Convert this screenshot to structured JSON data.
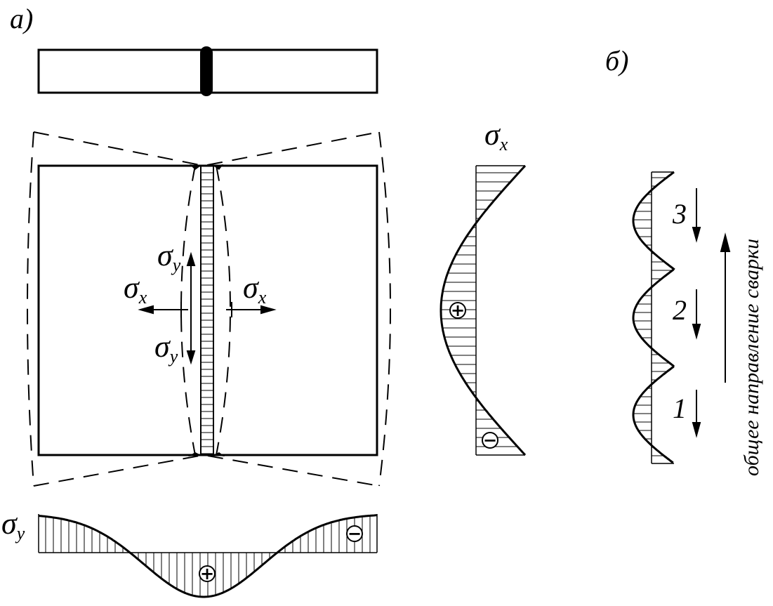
{
  "labels": {
    "part_a": "а)",
    "part_b": "б)",
    "sigma_x": "σ",
    "sigma_y": "σ",
    "sub_x": "x",
    "sub_y": "y",
    "plus": "+",
    "minus": "−",
    "pass_1": "1",
    "pass_2": "2",
    "pass_3": "3",
    "direction": "общее направление сварки"
  },
  "colors": {
    "ink": "#000000",
    "paper": "#ffffff"
  }
}
